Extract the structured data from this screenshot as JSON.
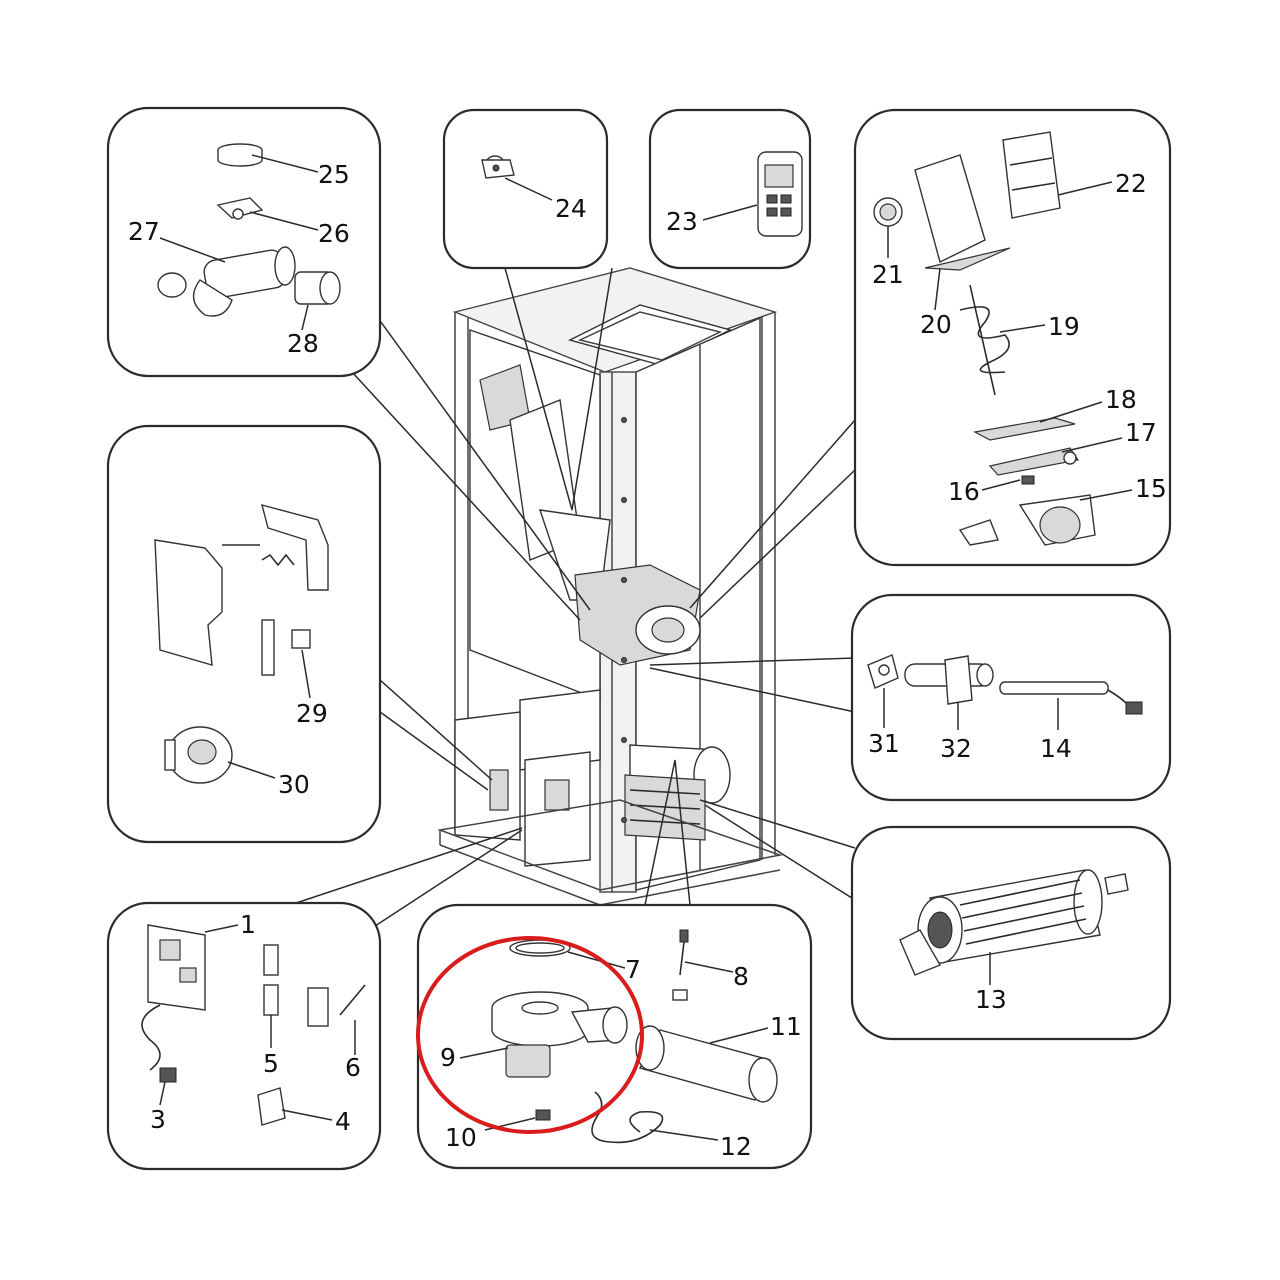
{
  "callouts": {
    "c1": "1",
    "c3": "3",
    "c4": "4",
    "c5": "5",
    "c6": "6",
    "c7": "7",
    "c8": "8",
    "c9": "9",
    "c10": "10",
    "c11": "11",
    "c12": "12",
    "c13": "13",
    "c14": "14",
    "c15": "15",
    "c16": "16",
    "c17": "17",
    "c18": "18",
    "c19": "19",
    "c20": "20",
    "c21": "21",
    "c22": "22",
    "c23": "23",
    "c24": "24",
    "c25": "25",
    "c26": "26",
    "c27": "27",
    "c28": "28",
    "c29": "29",
    "c30": "30",
    "c31": "31",
    "c32": "32"
  },
  "colors": {
    "line": "#2b2b2b",
    "highlight": "#d91c1c",
    "background": "#ffffff"
  }
}
